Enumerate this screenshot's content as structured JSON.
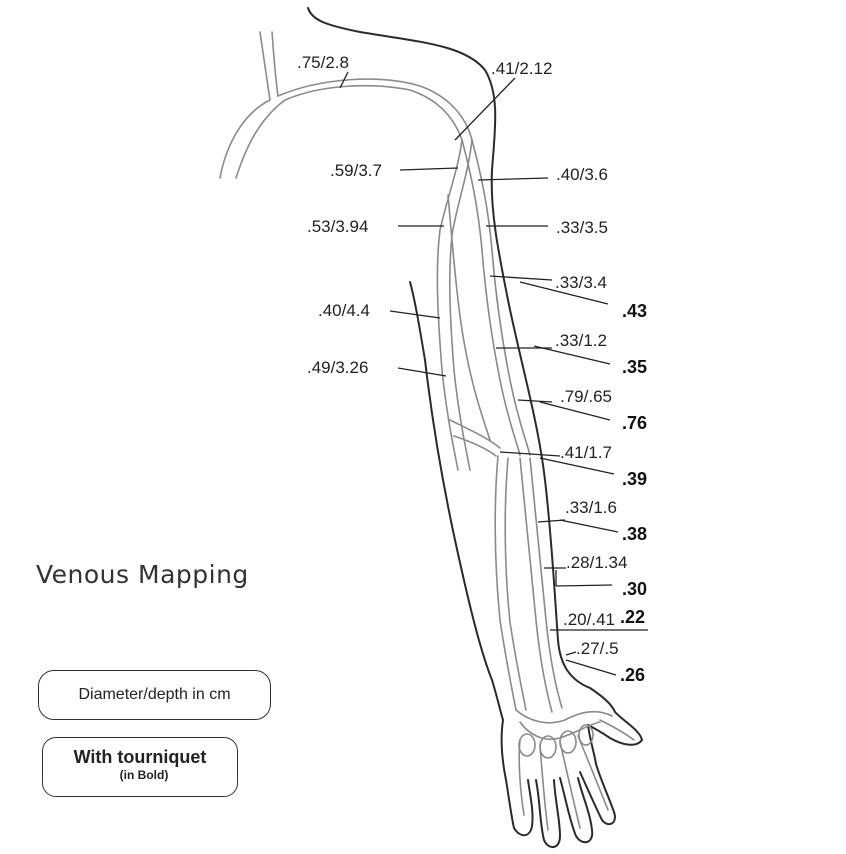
{
  "title": "Venous Mapping",
  "legend": {
    "diameter_depth": "Diameter/depth in cm",
    "tourniquet_main": "With tourniquet",
    "tourniquet_sub": "(in Bold)"
  },
  "labels": {
    "subclavian": ".75/2.8",
    "axillary": ".41/2.12",
    "upper_arm_inner_1": ".59/3.7",
    "upper_arm_inner_2": ".53/3.94",
    "upper_arm_inner_3": ".40/4.4",
    "upper_arm_inner_4": ".49/3.26",
    "outer_1": ".40/3.6",
    "outer_2": ".33/3.5",
    "outer_3": ".33/3.4",
    "outer_3_tourniquet": ".43",
    "outer_4": ".33/1.2",
    "outer_4_tourniquet": ".35",
    "outer_5": ".79/.65",
    "outer_5_tourniquet": ".76",
    "outer_6": ".41/1.7",
    "outer_6_tourniquet": ".39",
    "forearm_1": ".33/1.6",
    "forearm_1_tourniquet": ".38",
    "forearm_2": ".28/1.34",
    "forearm_2_tourniquet": ".30",
    "forearm_3": ".20/.41",
    "forearm_3_tourniquet": ".22",
    "wrist": ".27/.5",
    "wrist_tourniquet": ".26"
  },
  "colors": {
    "outline": "#2a2a2a",
    "vein": "#8a8a8a",
    "text": "#222222"
  }
}
